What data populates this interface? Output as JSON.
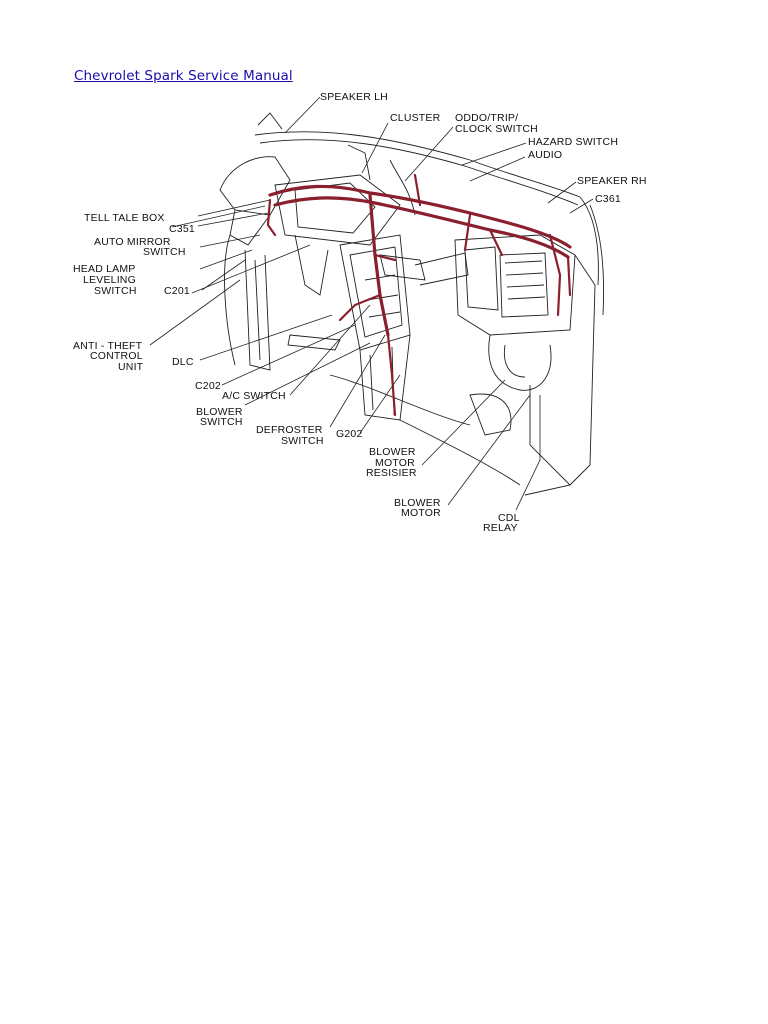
{
  "document": {
    "link_text": "Chevrolet Spark Service Manual"
  },
  "diagram": {
    "labels": {
      "speaker_lh": "SPEAKER LH",
      "cluster": "CLUSTER",
      "oddo_1": "ODDO/TRIP/",
      "oddo_2": "CLOCK SWITCH",
      "hazard": "HAZARD SWITCH",
      "audio": "AUDIO",
      "speaker_rh": "SPEAKER RH",
      "c361": "C361",
      "tell_tale": "TELL TALE BOX",
      "c351": "C351",
      "auto_mirror_1": "AUTO MIRROR",
      "auto_mirror_2": "SWITCH",
      "head_lamp_1": "HEAD LAMP",
      "head_lamp_2": "LEVELING",
      "head_lamp_3": "SWITCH",
      "c201": "C201",
      "anti_theft_1": "ANTI - THEFT",
      "anti_theft_2": "CONTROL",
      "anti_theft_3": "UNIT",
      "dlc": "DLC",
      "c202": "C202",
      "ac_switch": "A/C SWITCH",
      "blower_switch_1": "BLOWER",
      "blower_switch_2": "SWITCH",
      "defroster_1": "DEFROSTER",
      "defroster_2": "SWITCH",
      "g202": "G202",
      "bmr_1": "BLOWER",
      "bmr_2": "MOTOR",
      "bmr_3": "RESISIER",
      "bm_1": "BLOWER",
      "bm_2": "MOTOR",
      "cdl_1": "CDL",
      "cdl_2": "RELAY"
    },
    "colors": {
      "harness": "#8a1f2e",
      "line": "#222222",
      "link": "#1a0dab"
    }
  }
}
